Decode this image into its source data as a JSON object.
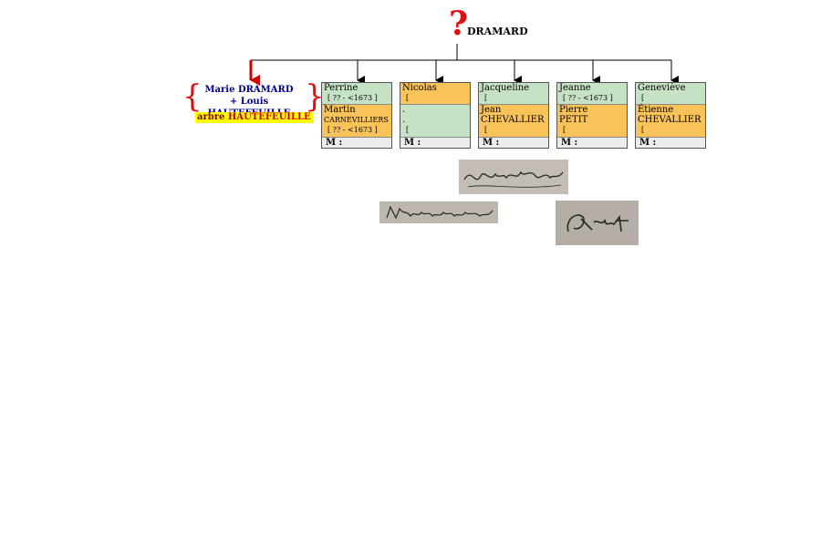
{
  "header": {
    "unknown_mark": "?",
    "surname": "DRAMARD"
  },
  "couple": {
    "brace_left": "{",
    "brace_right": "}",
    "line1": "Marie DRAMARD",
    "line2": "+ Louis HAUTEFEUILLE",
    "tree_link_prefix": "arbre",
    "tree_link_name": "HAUTEFEUILLE"
  },
  "children": [
    {
      "first": "Perrine",
      "first_dates": "[ ?? - <1673 ]",
      "first_color": "green",
      "spouse_first": "Martin",
      "spouse_last": "CARNEVILLIERS",
      "spouse_dates": "[ ?? - <1673 ]",
      "spouse_color": "orange",
      "marriage": "M :"
    },
    {
      "first": "Nicolas",
      "first_dates": "[",
      "first_color": "orange",
      "spouse_first": ".",
      "spouse_last": ".",
      "spouse_dates": "[",
      "spouse_color": "green",
      "marriage": "M :"
    },
    {
      "first": "Jacqueline",
      "first_dates": "[",
      "first_color": "green",
      "spouse_first": "Jean",
      "spouse_last": "CHEVALLIER",
      "spouse_dates": "[",
      "spouse_color": "orange",
      "marriage": "M :"
    },
    {
      "first": "Jeanne",
      "first_dates": "[ ?? - <1673 ]",
      "first_color": "green",
      "spouse_first": "Pierre",
      "spouse_last": "PETIT",
      "spouse_dates": "[",
      "spouse_color": "orange",
      "marriage": "M :"
    },
    {
      "first": "Geneviève",
      "first_dates": "[",
      "first_color": "green",
      "spouse_first": "Étienne",
      "spouse_last": "CHEVALLIER",
      "spouse_dates": "[",
      "spouse_color": "orange",
      "marriage": "M :"
    }
  ],
  "colors": {
    "line": "#000000",
    "arrow_highlight": "#cc0000",
    "green": "#c6e2c4",
    "orange": "#f9c35a"
  },
  "signatures": [
    {
      "name": "signature-jean-chevallier",
      "text": "Jean chevallier"
    },
    {
      "name": "signature-nicolas-dramard",
      "text": "Nicolas dramard"
    },
    {
      "name": "signature-pierre-petit",
      "text": "petit"
    }
  ]
}
